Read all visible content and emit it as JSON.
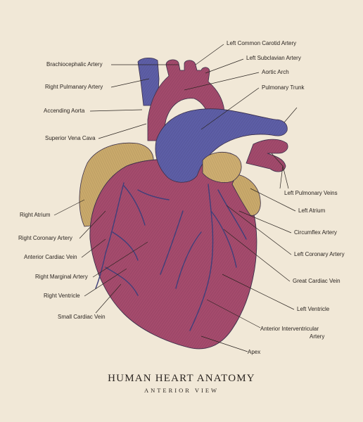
{
  "diagram": {
    "title": "HUMAN HEART ANATOMY",
    "subtitle": "ANTERIOR VIEW",
    "labels": {
      "left_common_carotid": "Left Common Carotid Artery",
      "brachiocephalic": "Brachiocephalic Artery",
      "left_subclavian": "Left Subclavian Artery",
      "aortic_arch": "Aortic Arch",
      "right_pulmonary_artery": "Right Pulmanary Artery",
      "pulmonary_trunk": "Pulmonary Trunk",
      "ascending_aorta": "Accending Aorta",
      "superior_vena_cava": "Superior Vena Cava",
      "left_pulmonary_veins": "Left Pulmonary Veins",
      "right_atrium": "Right Atrium",
      "left_atrium": "Left Atrium",
      "circumflex_artery": "Circumflex Artery",
      "right_coronary_artery": "Right Coronary Artery",
      "anterior_cardiac_vein": "Anterior Cardiac Vein",
      "left_coronary_artery": "Left Coronary Artery",
      "right_marginal_artery": "Right Marginal Artery",
      "great_cardiac_vein": "Great Cardiac Vein",
      "right_ventricle": "Right Ventricle",
      "left_ventricle": "Left Ventricle",
      "small_cardiac_vein": "Small Cardiac Vein",
      "anterior_interventricular_artery_1": "Anterior Interventricular",
      "anterior_interventricular_artery_2": "Artery",
      "apex": "Apex"
    }
  },
  "colors": {
    "background": "#f1e8d7",
    "muscle": "#a34a6b",
    "vessel_blue": "#5a5aa0",
    "fat": "#c9a86a",
    "ink": "#2b2521"
  }
}
